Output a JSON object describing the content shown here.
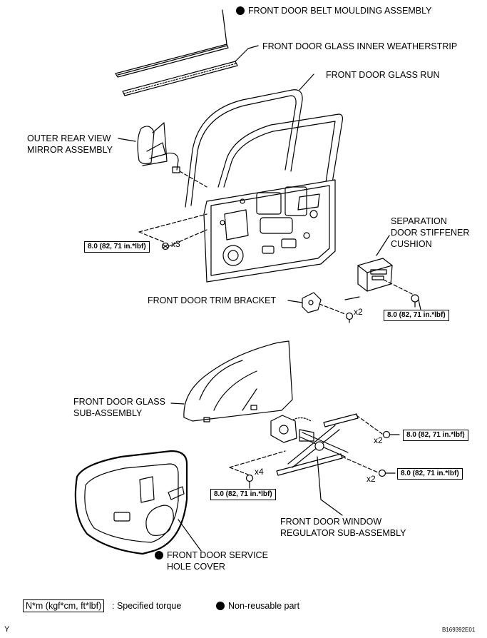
{
  "labels": {
    "belt_moulding": "FRONT DOOR BELT MOULDING ASSEMBLY",
    "inner_weatherstrip": "FRONT DOOR GLASS INNER WEATHERSTRIP",
    "glass_run": "FRONT DOOR GLASS RUN",
    "mirror_line1": "OUTER REAR VIEW",
    "mirror_line2": "MIRROR ASSEMBLY",
    "separation_line1": "SEPARATION",
    "separation_line2": "DOOR STIFFENER",
    "separation_line3": "CUSHION",
    "trim_bracket": "FRONT DOOR TRIM BRACKET",
    "glass_line1": "FRONT DOOR GLASS",
    "glass_line2": "SUB-ASSEMBLY",
    "regulator_line1": "FRONT DOOR WINDOW",
    "regulator_line2": "REGULATOR SUB-ASSEMBLY",
    "service_cover_line1": "FRONT DOOR SERVICE",
    "service_cover_line2": "HOLE COVER"
  },
  "torque": {
    "mirror": "8.0 (82, 71 in.*lbf)",
    "cushion": "8.0 (82, 71 in.*lbf)",
    "regulator_upper": "8.0 (82, 71 in.*lbf)",
    "regulator_lower": "8.0 (82, 71 in.*lbf)",
    "regulator_left": "8.0 (82, 71 in.*lbf)"
  },
  "quantities": {
    "mirror_bolts": "x3",
    "trim_bracket_bolts": "x2",
    "regulator_upper_bolts": "x2",
    "regulator_lower_bolts": "x2",
    "regulator_left_bolts": "x4"
  },
  "legend": {
    "torque_key": "N*m (kgf*cm, ft*lbf)",
    "torque_desc": ": Specified torque",
    "nonreusable_desc": "Non-reusable part"
  },
  "footer": {
    "corner_mark": "Y",
    "figure_id": "B169392E01"
  }
}
